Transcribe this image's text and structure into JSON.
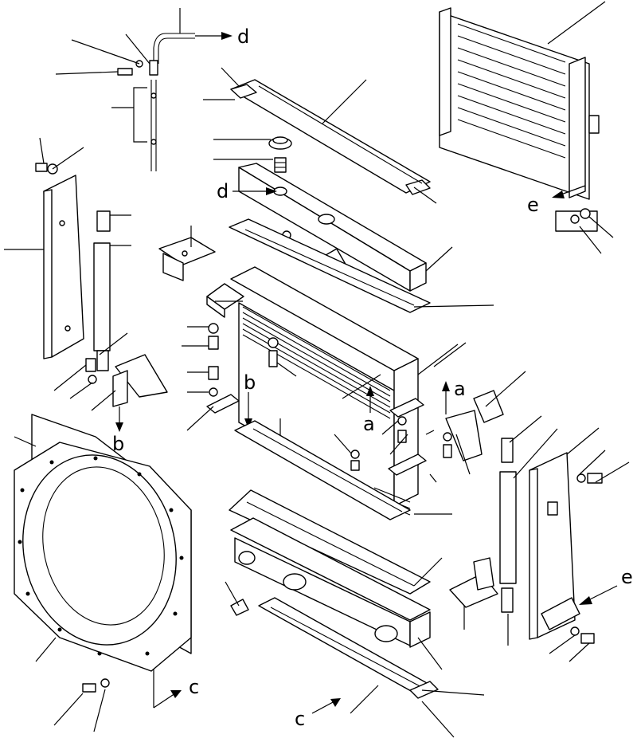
{
  "callouts": {
    "d_top": "d",
    "d_tank": "d",
    "e_right": "e",
    "e_top": "e",
    "a_left": "a",
    "a_right": "a",
    "b_left": "b",
    "b_center": "b",
    "c_left": "c",
    "c_bottom": "c"
  }
}
